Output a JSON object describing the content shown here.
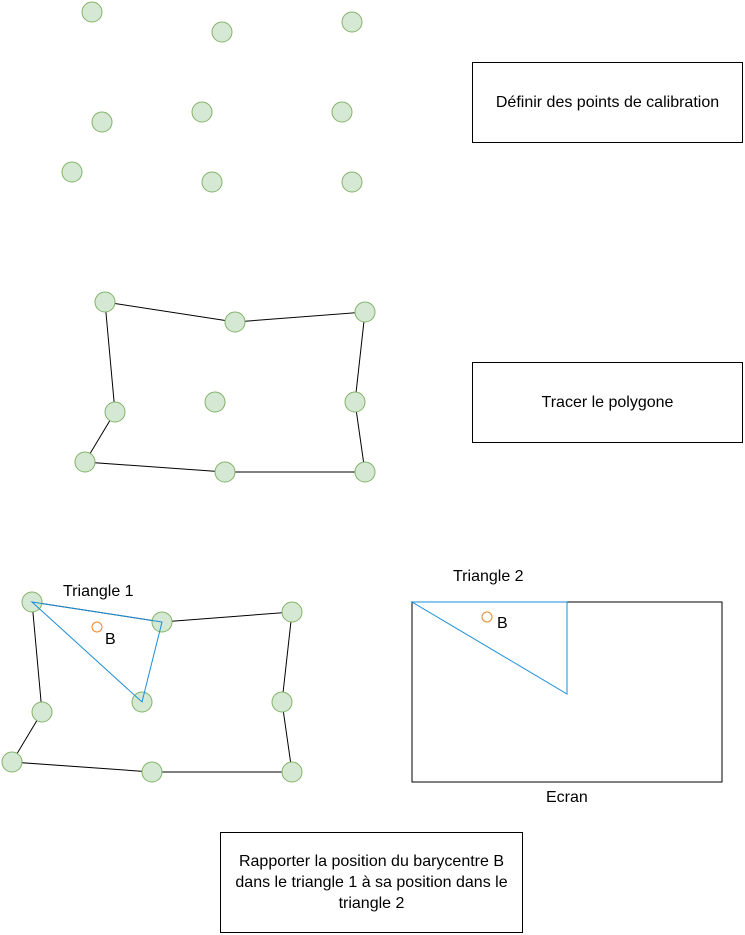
{
  "steps": {
    "calibration": "Définir des points de calibration",
    "polygon": "Tracer le polygone",
    "report": "Rapporter la position du barycentre B dans le triangle 1 à sa position dans le triangle 2"
  },
  "labels": {
    "triangle1": "Triangle 1",
    "triangle2": "Triangle 2",
    "screen": "Ecran",
    "barycenter": "B"
  },
  "colors": {
    "point_fill": "#d5e8d4",
    "point_stroke": "#82b366",
    "polygon_stroke": "#000000",
    "triangle_stroke": "#1b8ed8",
    "barycenter_stroke": "#e8892c"
  }
}
